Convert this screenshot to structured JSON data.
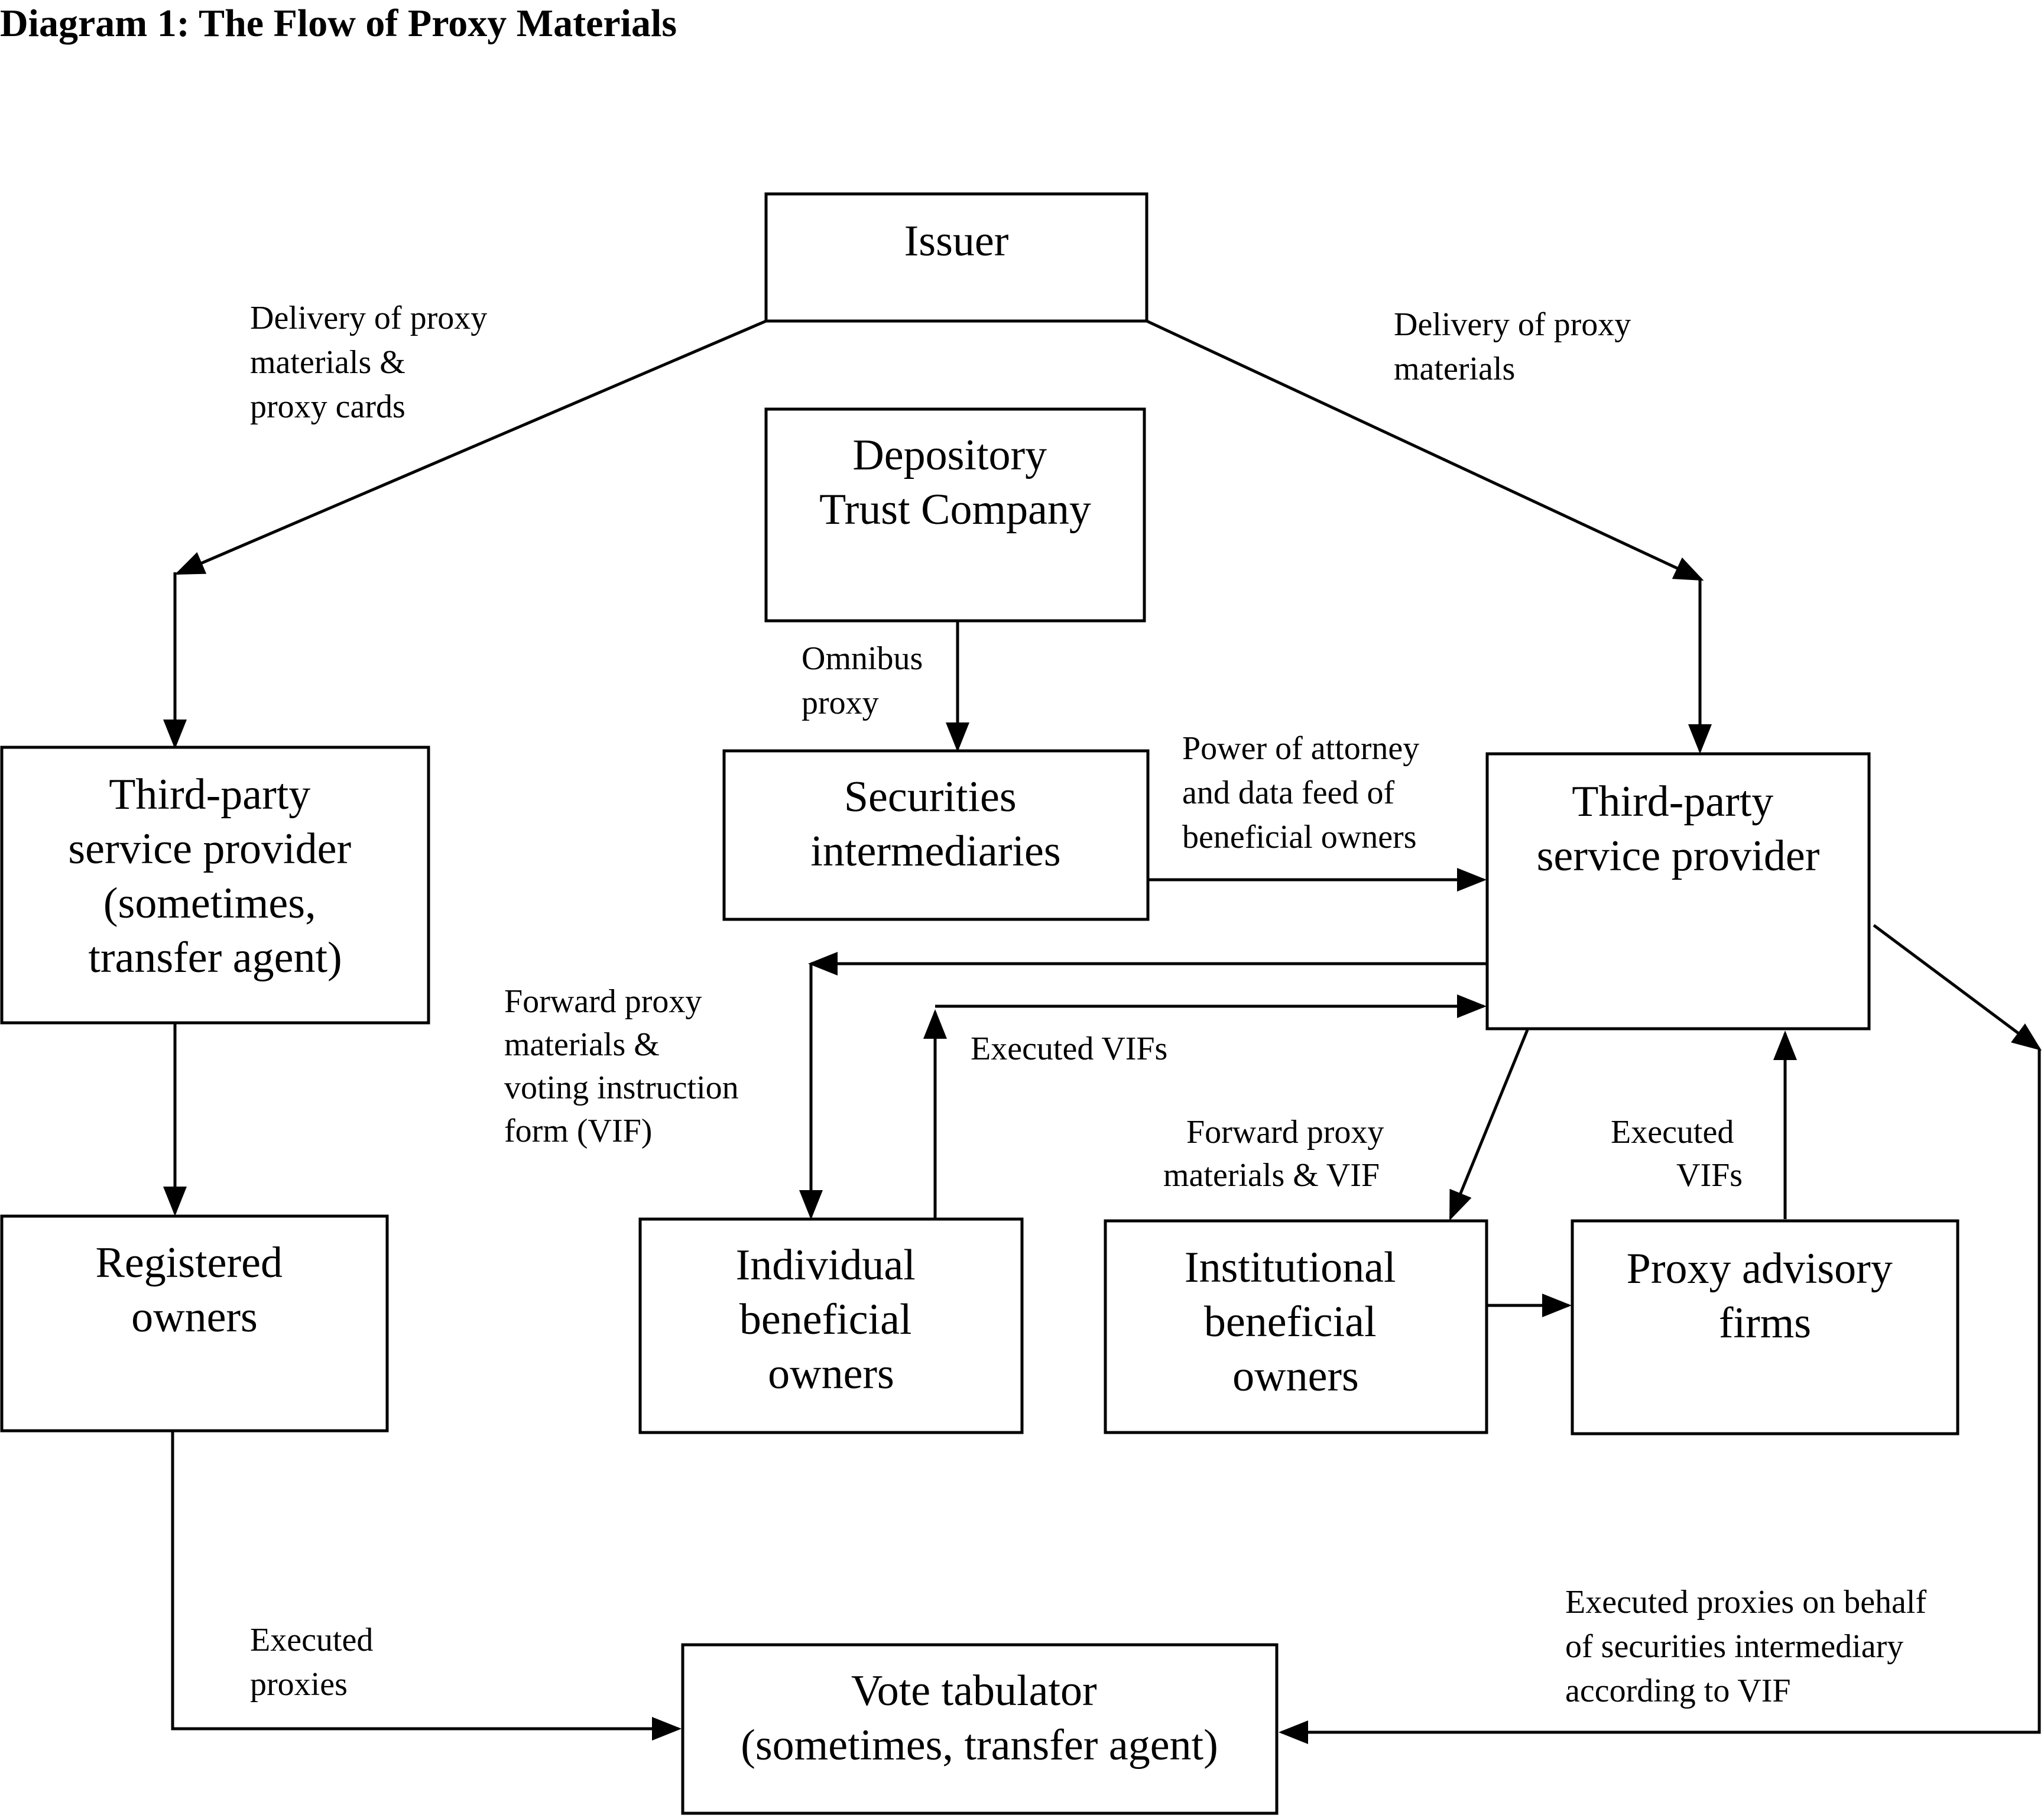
{
  "title": "Diagram 1:  The Flow of Proxy Materials",
  "boxes": {
    "issuer": [
      "Issuer"
    ],
    "dtc": [
      "Depository",
      "Trust Company"
    ],
    "securities_intermediaries": [
      "Securities",
      "intermediaries"
    ],
    "tpsp_left": [
      "Third-party",
      "service provider",
      "(sometimes,",
      "transfer agent)"
    ],
    "tpsp_right": [
      "Third-party",
      "service provider"
    ],
    "registered_owners": [
      "Registered",
      "owners"
    ],
    "individual_beneficial_owners": [
      "Individual",
      "beneficial",
      "owners"
    ],
    "institutional_beneficial_owners": [
      "Institutional",
      "beneficial",
      "owners"
    ],
    "proxy_advisory_firms": [
      "Proxy advisory",
      "firms"
    ],
    "vote_tabulator": [
      "Vote tabulator",
      "(sometimes, transfer agent)"
    ]
  },
  "labels": {
    "delivery_left": [
      "Delivery of proxy",
      "materials &",
      "proxy cards"
    ],
    "delivery_right": [
      "Delivery of proxy",
      "materials"
    ],
    "omnibus_proxy": [
      "Omnibus",
      "proxy"
    ],
    "power_of_attorney": [
      "Power of attorney",
      "and data feed of",
      "beneficial owners"
    ],
    "forward_vif_individual": [
      "Forward proxy",
      "materials &",
      "voting instruction",
      "form (VIF)"
    ],
    "executed_vifs_individual": [
      "Executed VIFs"
    ],
    "forward_vif_institutional": [
      "Forward proxy",
      "materials & VIF"
    ],
    "executed_vifs_advisory": [
      "Executed",
      "VIFs"
    ],
    "executed_proxies": [
      "Executed",
      "proxies"
    ],
    "executed_proxies_behalf": [
      "Executed proxies on behalf",
      "of securities intermediary",
      "according to VIF"
    ]
  }
}
